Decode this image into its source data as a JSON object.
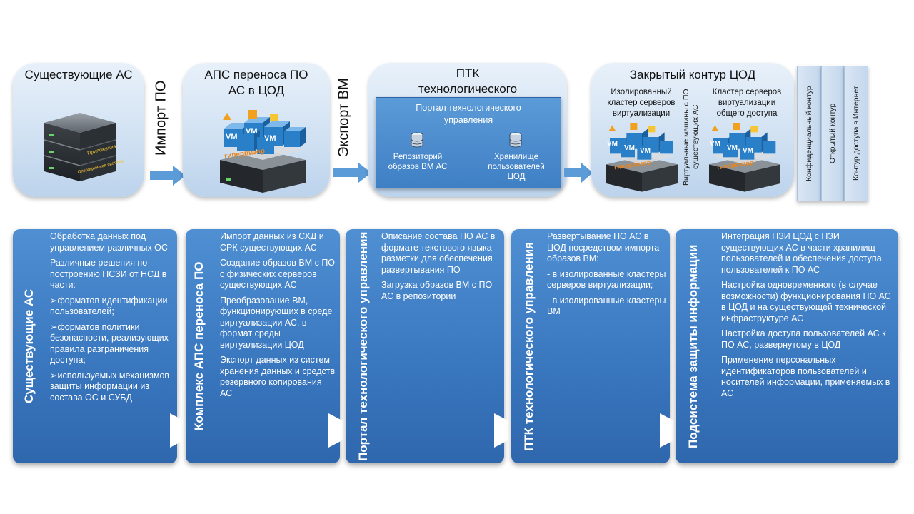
{
  "stages": {
    "existing": {
      "title": "Существующие АС",
      "server_labels": [
        "Приложения",
        "Операционная система"
      ]
    },
    "import_label": "Импорт ПО",
    "aps": {
      "title": "АПС переноса ПО АС в ЦОД",
      "vm_label": "VM",
      "hypervisor_label": "гипервизор"
    },
    "export_label": "Экспорт ВМ",
    "ptk": {
      "title": "ПТК технологического управления",
      "portal_title": "Портал технологического управления",
      "repo_label": "Репозиторий образов ВМ АС",
      "storage_label": "Хранилище пользователей ЦОД"
    },
    "closed": {
      "title": "Закрытый контур ЦОД",
      "isolated_label": "Изолированный кластер серверов виртуализации",
      "vm_vertical_label": "Виртуальные машины с ПО существующих АС",
      "general_label": "Кластер серверов виртуализации общего доступа",
      "vm_label": "VM",
      "hypervisor_label": "гипервизор"
    },
    "side_contours": [
      "Конфиденциальный контур",
      "Открытый контур",
      "Контур доступа в Интернет"
    ]
  },
  "panels": [
    {
      "title": "Существующие АС",
      "paragraphs": [
        "Обработка данных под управлением различных ОС",
        "Различные решения по построению ПСЗИ от НСД в части:",
        "➢форматов идентификации пользователей;",
        "➢форматов политики безопасности, реализующих правила разграничения доступа;",
        "➢используемых механизмов защиты информации из состава ОС и СУБД"
      ]
    },
    {
      "title": "Комплекс АПС переноса ПО",
      "paragraphs": [
        "Импорт данных из СХД и СРК существующих АС",
        "Создание образов ВМ с ПО с физических серверов существующих АС",
        "Преобразование ВМ, функционирующих в среде виртуализации АС, в формат среды виртуализации ЦОД",
        "Экспорт данных из систем хранения данных и средств резервного копирования АС"
      ]
    },
    {
      "title": "Портал технологического управления",
      "paragraphs": [
        "Описание состава ПО АС в формате текстового языка разметки для обеспечения развертывания ПО",
        "Загрузка образов ВМ с ПО АС в репозитории"
      ]
    },
    {
      "title": "ПТК технологического управления",
      "paragraphs": [
        "Развертывание ПО АС в ЦОД посредством импорта образов ВМ:",
        "- в изолированные кластеры серверов виртуализации;",
        "- в изолированные кластеры ВМ"
      ]
    },
    {
      "title": "Подсистема защиты информации",
      "paragraphs": [
        "Интеграция ПЗИ ЦОД с ПЗИ существующих АС в части хранилищ пользователей и обеспечения доступа пользователей к ПО АС",
        "Настройка одновременного (в случае возможности) функционирования ПО АС в ЦОД и на существующей технической инфраструктуре АС",
        "Настройка доступа пользователей АС к ПО АС, развернутому в ЦОД",
        "Применение персональных идентификаторов пользователей и носителей информации, применяемых в АС"
      ]
    }
  ],
  "colors": {
    "panel_blue": "#3a78c0",
    "stage_light": "#cfe0f2",
    "arrow_blue": "#5b9bd8",
    "hypervisor_orange": "#e8851f",
    "vm_blue": "#2a7fc9"
  }
}
